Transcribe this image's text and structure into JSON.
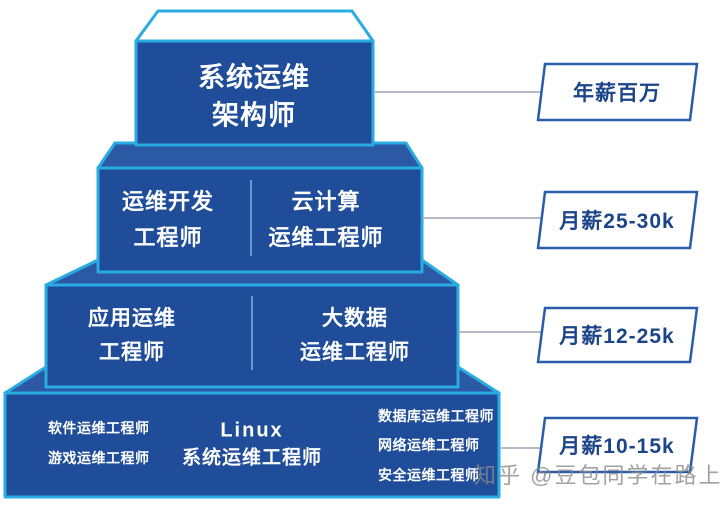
{
  "colors": {
    "edge": "#2AACE3",
    "face_front": "#1F4D99",
    "face_top": "#2B59A4",
    "tier1_top": "#FFFFFF",
    "divider": "#6FA8DC",
    "connector": "#9AA3B2",
    "label_border": "#2A5CAA",
    "label_text": "#1B4489",
    "tier_text": "#FFFFFF",
    "watermark": "#8A8A8A"
  },
  "pyramid": {
    "tier1": {
      "lines": [
        "系统运维",
        "架构师"
      ]
    },
    "tier2": {
      "left": [
        "运维开发",
        "工程师"
      ],
      "right": [
        "云计算",
        "运维工程师"
      ]
    },
    "tier3": {
      "left": [
        "应用运维",
        "工程师"
      ],
      "right": [
        "大数据",
        "运维工程师"
      ]
    },
    "tier4": {
      "left": [
        "软件运维工程师",
        "游戏运维工程师"
      ],
      "center": [
        "Linux",
        "系统运维工程师"
      ],
      "right": [
        "数据库运维工程师",
        "网络运维工程师",
        "安全运维工程师"
      ]
    }
  },
  "salary_labels": [
    "年薪百万",
    "月薪25-30k",
    "月薪12-25k",
    "月薪10-15k"
  ],
  "watermark": "知乎 @豆包同学在路上"
}
